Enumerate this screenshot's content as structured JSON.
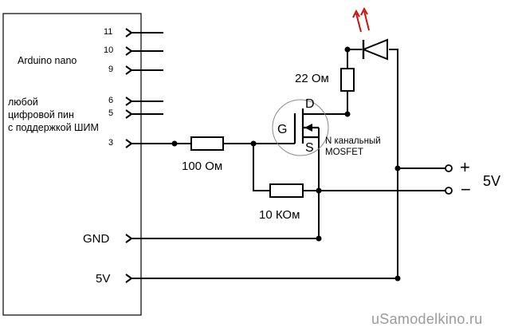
{
  "board": {
    "name": "Arduino nano",
    "pwm_note": [
      "любой",
      "цифровой пин",
      "с поддержкой ШИМ"
    ]
  },
  "pins": {
    "p11": "11",
    "p10": "10",
    "p9": "9",
    "p6": "6",
    "p5": "5",
    "p3": "3",
    "gnd": "GND",
    "v5": "5V"
  },
  "components": {
    "r_gate": "100 Ом",
    "r_pulldown": "10 КОм",
    "r_led": "22 Ом",
    "mosfet_gate": "G",
    "mosfet_drain": "D",
    "mosfet_source": "S",
    "mosfet_type": [
      "N канальный",
      "MOSFET"
    ]
  },
  "power": {
    "plus": "+",
    "minus": "−",
    "voltage": "5V"
  },
  "watermark": "uSamodelkino.ru",
  "colors": {
    "wire": "#000000",
    "led_rays": "#cc1111",
    "watermark": "#9a9a9a",
    "mosfet_circle": "#8a8a8a"
  }
}
